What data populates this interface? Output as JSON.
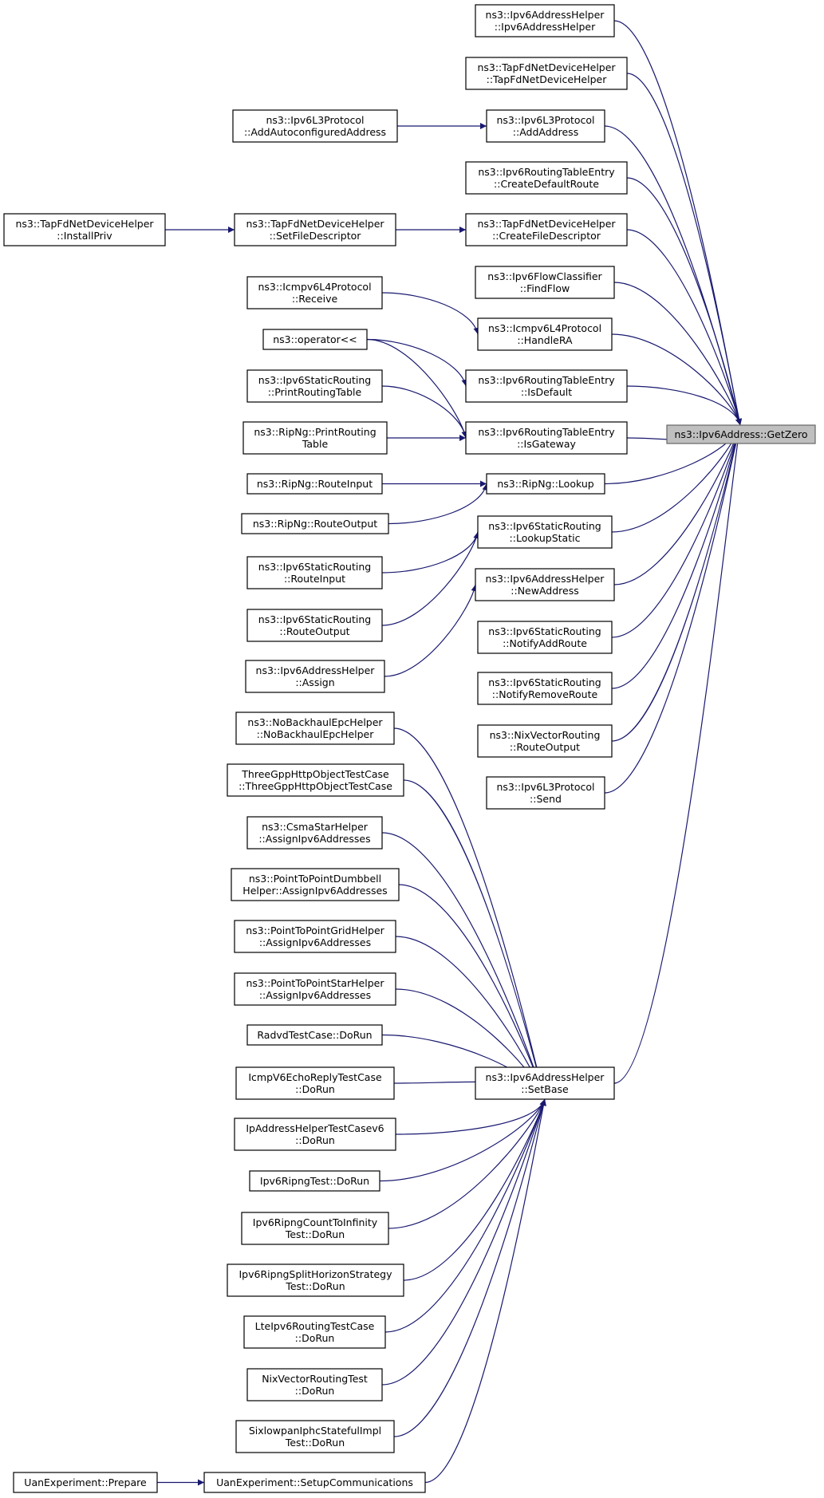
{
  "diagram": {
    "colors": {
      "edge": "#191970",
      "node_fill": "#ffffff",
      "node_stroke": "#000000",
      "root_fill": "#bfbfbf",
      "root_stroke": "#666666"
    },
    "nodes": [
      {
        "id": "getzero",
        "lines": [
          "ns3::Ipv6Address::GetZero"
        ],
        "root": true
      },
      {
        "id": "ipv6ah_ctor",
        "lines": [
          "ns3::Ipv6AddressHelper",
          "::Ipv6AddressHelper"
        ]
      },
      {
        "id": "tapfd_ctor",
        "lines": [
          "ns3::TapFdNetDeviceHelper",
          "::TapFdNetDeviceHelper"
        ]
      },
      {
        "id": "l3_addautocfg",
        "lines": [
          "ns3::Ipv6L3Protocol",
          "::AddAutoconfiguredAddress"
        ]
      },
      {
        "id": "l3_addaddress",
        "lines": [
          "ns3::Ipv6L3Protocol",
          "::AddAddress"
        ]
      },
      {
        "id": "rte_createdefault",
        "lines": [
          "ns3::Ipv6RoutingTableEntry",
          "::CreateDefaultRoute"
        ]
      },
      {
        "id": "tapfd_installpriv",
        "lines": [
          "ns3::TapFdNetDeviceHelper",
          "::InstallPriv"
        ]
      },
      {
        "id": "tapfd_setfd",
        "lines": [
          "ns3::TapFdNetDeviceHelper",
          "::SetFileDescriptor"
        ]
      },
      {
        "id": "tapfd_createfd",
        "lines": [
          "ns3::TapFdNetDeviceHelper",
          "::CreateFileDescriptor"
        ]
      },
      {
        "id": "flow_find",
        "lines": [
          "ns3::Ipv6FlowClassifier",
          "::FindFlow"
        ]
      },
      {
        "id": "icmp_receive",
        "lines": [
          "ns3::Icmpv6L4Protocol",
          "::Receive"
        ]
      },
      {
        "id": "icmp_handlera",
        "lines": [
          "ns3::Icmpv6L4Protocol",
          "::HandleRA"
        ]
      },
      {
        "id": "operator_out",
        "lines": [
          "ns3::operator<<"
        ]
      },
      {
        "id": "rte_isdefault",
        "lines": [
          "ns3::Ipv6RoutingTableEntry",
          "::IsDefault"
        ]
      },
      {
        "id": "sr_printrt",
        "lines": [
          "ns3::Ipv6StaticRouting",
          "::PrintRoutingTable"
        ]
      },
      {
        "id": "ripng_printrt",
        "lines": [
          "ns3::RipNg::PrintRouting",
          "Table"
        ]
      },
      {
        "id": "rte_isgateway",
        "lines": [
          "ns3::Ipv6RoutingTableEntry",
          "::IsGateway"
        ]
      },
      {
        "id": "ripng_routeinput",
        "lines": [
          "ns3::RipNg::RouteInput"
        ]
      },
      {
        "id": "ripng_lookup",
        "lines": [
          "ns3::RipNg::Lookup"
        ]
      },
      {
        "id": "ripng_routeoutput",
        "lines": [
          "ns3::RipNg::RouteOutput"
        ]
      },
      {
        "id": "sr_lookupstatic",
        "lines": [
          "ns3::Ipv6StaticRouting",
          "::LookupStatic"
        ]
      },
      {
        "id": "sr_routeinput",
        "lines": [
          "ns3::Ipv6StaticRouting",
          "::RouteInput"
        ]
      },
      {
        "id": "ah_newaddress",
        "lines": [
          "ns3::Ipv6AddressHelper",
          "::NewAddress"
        ]
      },
      {
        "id": "sr_routeoutput",
        "lines": [
          "ns3::Ipv6StaticRouting",
          "::RouteOutput"
        ]
      },
      {
        "id": "sr_notifyadd",
        "lines": [
          "ns3::Ipv6StaticRouting",
          "::NotifyAddRoute"
        ]
      },
      {
        "id": "ah_assign",
        "lines": [
          "ns3::Ipv6AddressHelper",
          "::Assign"
        ]
      },
      {
        "id": "sr_notifyremove",
        "lines": [
          "ns3::Ipv6StaticRouting",
          "::NotifyRemoveRoute"
        ]
      },
      {
        "id": "nix_routeoutput",
        "lines": [
          "ns3::NixVectorRouting",
          "::RouteOutput"
        ]
      },
      {
        "id": "nobackhaul",
        "lines": [
          "ns3::NoBackhaulEpcHelper",
          "::NoBackhaulEpcHelper"
        ]
      },
      {
        "id": "l3_send",
        "lines": [
          "ns3::Ipv6L3Protocol",
          "::Send"
        ]
      },
      {
        "id": "threegpp",
        "lines": [
          "ThreeGppHttpObjectTestCase",
          "::ThreeGppHttpObjectTestCase"
        ]
      },
      {
        "id": "csmastar",
        "lines": [
          "ns3::CsmaStarHelper",
          "::AssignIpv6Addresses"
        ]
      },
      {
        "id": "p2pdumbbell",
        "lines": [
          "ns3::PointToPointDumbbell",
          "Helper::AssignIpv6Addresses"
        ]
      },
      {
        "id": "p2pgrid",
        "lines": [
          "ns3::PointToPointGridHelper",
          "::AssignIpv6Addresses"
        ]
      },
      {
        "id": "p2pstar",
        "lines": [
          "ns3::PointToPointStarHelper",
          "::AssignIpv6Addresses"
        ]
      },
      {
        "id": "radvd",
        "lines": [
          "RadvdTestCase::DoRun"
        ]
      },
      {
        "id": "icmpecho",
        "lines": [
          "IcmpV6EchoReplyTestCase",
          "::DoRun"
        ]
      },
      {
        "id": "ah_setbase",
        "lines": [
          "ns3::Ipv6AddressHelper",
          "::SetBase"
        ]
      },
      {
        "id": "iphelpertc",
        "lines": [
          "IpAddressHelperTestCasev6",
          "::DoRun"
        ]
      },
      {
        "id": "ripngtest",
        "lines": [
          "Ipv6RipngTest::DoRun"
        ]
      },
      {
        "id": "ripngcount",
        "lines": [
          "Ipv6RipngCountToInfinity",
          "Test::DoRun"
        ]
      },
      {
        "id": "ripngsplit",
        "lines": [
          "Ipv6RipngSplitHorizonStrategy",
          "Test::DoRun"
        ]
      },
      {
        "id": "lteipv6",
        "lines": [
          "LteIpv6RoutingTestCase",
          "::DoRun"
        ]
      },
      {
        "id": "nixtest",
        "lines": [
          "NixVectorRoutingTest",
          "::DoRun"
        ]
      },
      {
        "id": "sixlowpan",
        "lines": [
          "SixlowpanIphcStatefulImpl",
          "Test::DoRun"
        ]
      },
      {
        "id": "uan_prepare",
        "lines": [
          "UanExperiment::Prepare"
        ]
      },
      {
        "id": "uan_setupcomm",
        "lines": [
          "UanExperiment::SetupCommunications"
        ]
      }
    ],
    "edges": [
      {
        "from": "ipv6ah_ctor",
        "to": "getzero"
      },
      {
        "from": "tapfd_ctor",
        "to": "getzero"
      },
      {
        "from": "l3_addaddress",
        "to": "getzero"
      },
      {
        "from": "rte_createdefault",
        "to": "getzero"
      },
      {
        "from": "tapfd_createfd",
        "to": "getzero"
      },
      {
        "from": "flow_find",
        "to": "getzero"
      },
      {
        "from": "icmp_handlera",
        "to": "getzero"
      },
      {
        "from": "rte_isdefault",
        "to": "getzero"
      },
      {
        "from": "rte_isgateway",
        "to": "getzero"
      },
      {
        "from": "ripng_lookup",
        "to": "getzero"
      },
      {
        "from": "sr_lookupstatic",
        "to": "getzero"
      },
      {
        "from": "ah_newaddress",
        "to": "getzero"
      },
      {
        "from": "sr_notifyadd",
        "to": "getzero"
      },
      {
        "from": "sr_notifyremove",
        "to": "getzero"
      },
      {
        "from": "nix_routeoutput",
        "to": "getzero"
      },
      {
        "from": "l3_send",
        "to": "getzero"
      },
      {
        "from": "ah_setbase",
        "to": "getzero"
      },
      {
        "from": "l3_addautocfg",
        "to": "l3_addaddress"
      },
      {
        "from": "tapfd_installpriv",
        "to": "tapfd_setfd"
      },
      {
        "from": "tapfd_setfd",
        "to": "tapfd_createfd"
      },
      {
        "from": "icmp_receive",
        "to": "icmp_handlera"
      },
      {
        "from": "operator_out",
        "to": "rte_isdefault"
      },
      {
        "from": "operator_out",
        "to": "rte_isgateway"
      },
      {
        "from": "sr_printrt",
        "to": "rte_isgateway"
      },
      {
        "from": "ripng_printrt",
        "to": "rte_isgateway"
      },
      {
        "from": "ripng_routeinput",
        "to": "ripng_lookup"
      },
      {
        "from": "ripng_routeoutput",
        "to": "ripng_lookup"
      },
      {
        "from": "sr_routeinput",
        "to": "sr_lookupstatic"
      },
      {
        "from": "sr_routeoutput",
        "to": "sr_lookupstatic"
      },
      {
        "from": "ah_assign",
        "to": "ah_newaddress"
      },
      {
        "from": "nobackhaul",
        "to": "ah_setbase"
      },
      {
        "from": "threegpp",
        "to": "ah_setbase"
      },
      {
        "from": "csmastar",
        "to": "ah_setbase"
      },
      {
        "from": "p2pdumbbell",
        "to": "ah_setbase"
      },
      {
        "from": "p2pgrid",
        "to": "ah_setbase"
      },
      {
        "from": "p2pstar",
        "to": "ah_setbase"
      },
      {
        "from": "radvd",
        "to": "ah_setbase"
      },
      {
        "from": "icmpecho",
        "to": "ah_setbase"
      },
      {
        "from": "iphelpertc",
        "to": "ah_setbase"
      },
      {
        "from": "ripngtest",
        "to": "ah_setbase"
      },
      {
        "from": "ripngcount",
        "to": "ah_setbase"
      },
      {
        "from": "ripngsplit",
        "to": "ah_setbase"
      },
      {
        "from": "lteipv6",
        "to": "ah_setbase"
      },
      {
        "from": "nixtest",
        "to": "ah_setbase"
      },
      {
        "from": "sixlowpan",
        "to": "ah_setbase"
      },
      {
        "from": "uan_setupcomm",
        "to": "ah_setbase"
      },
      {
        "from": "uan_prepare",
        "to": "uan_setupcomm"
      }
    ]
  }
}
